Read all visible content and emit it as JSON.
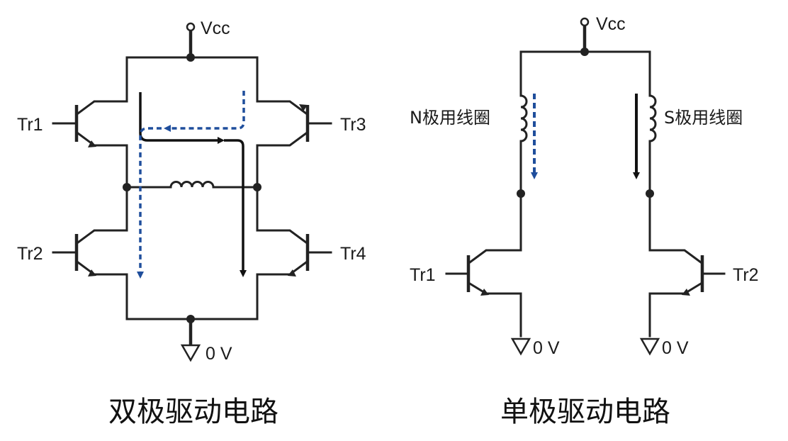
{
  "bipolar": {
    "title": "双极驱动电路",
    "supply_label": "Vcc",
    "ground_label": "0 V",
    "transistors": [
      "Tr1",
      "Tr2",
      "Tr3",
      "Tr4"
    ]
  },
  "unipolar": {
    "title": "单极驱动电路",
    "supply_label": "Vcc",
    "ground_labels": [
      "0 V",
      "0 V"
    ],
    "coil_labels": [
      "N极用线圈",
      "S极用线圈"
    ],
    "transistors": [
      "Tr1",
      "Tr2"
    ]
  },
  "colors": {
    "wire": "#222222",
    "current_path_a": "#111111",
    "current_path_b": "#1f4e9c"
  }
}
